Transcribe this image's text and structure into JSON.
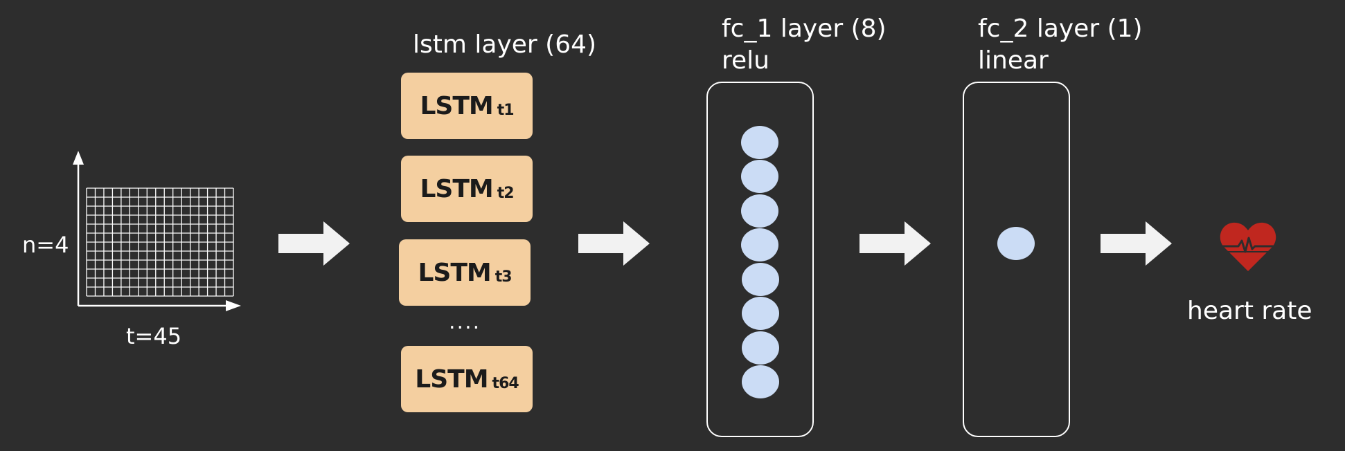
{
  "input": {
    "n_label": "n=4",
    "t_label": "t=45"
  },
  "lstm_layer": {
    "title": "lstm layer (64)",
    "cells": [
      {
        "main": "LSTM",
        "sub": "t1"
      },
      {
        "main": "LSTM",
        "sub": "t2"
      },
      {
        "main": "LSTM",
        "sub": "t3"
      },
      {
        "main": "LSTM",
        "sub": "t64"
      }
    ],
    "ellipsis": "...."
  },
  "fc1": {
    "title_line1": "fc_1 layer (8)",
    "title_line2": "relu",
    "node_count": 8
  },
  "fc2": {
    "title_line1": "fc_2 layer (1)",
    "title_line2": "linear",
    "node_count": 1
  },
  "output": {
    "label": "heart rate",
    "icon": "heart-rate-icon"
  },
  "colors": {
    "background": "#2d2d2d",
    "lstm_box": "#f4cfa0",
    "node": "#cbdcf5",
    "heart": "#c0271f",
    "arrow": "#f2f2f2"
  }
}
